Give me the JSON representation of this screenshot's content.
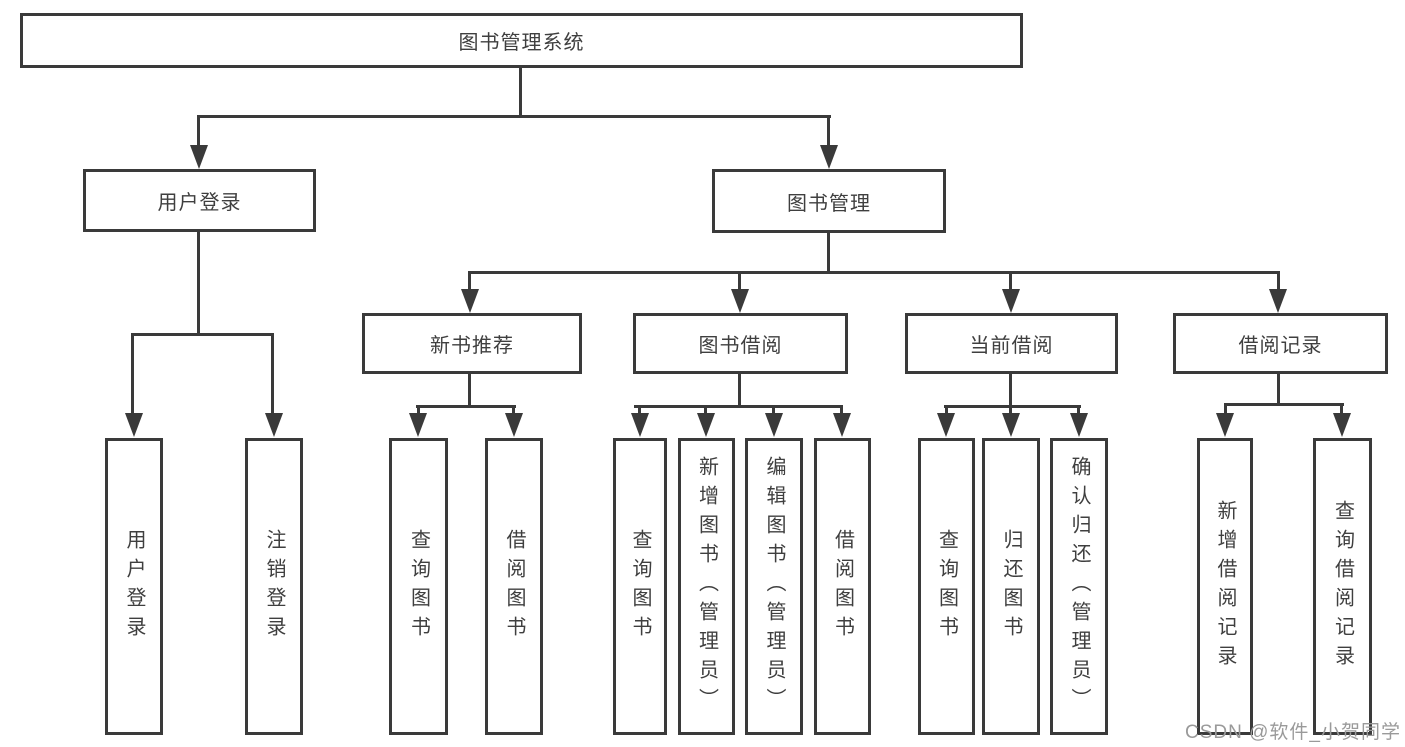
{
  "diagram": {
    "root": {
      "label": "图书管理系统"
    },
    "level2": [
      {
        "label": "用户登录"
      },
      {
        "label": "图书管理"
      }
    ],
    "level3": [
      {
        "label": "新书推荐"
      },
      {
        "label": "图书借阅"
      },
      {
        "label": "当前借阅"
      },
      {
        "label": "借阅记录"
      }
    ],
    "leaves": {
      "user_login": [
        "用户登录",
        "注销登录"
      ],
      "new_book_rec": [
        "查询图书",
        "借阅图书"
      ],
      "book_borrow": [
        "查询图书",
        "新增图书（管理员）",
        "编辑图书（管理员）",
        "借阅图书"
      ],
      "current_borrow": [
        "查询图书",
        "归还图书",
        "确认归还（管理员）"
      ],
      "borrow_records": [
        "新增借阅记录",
        "查询借阅记录"
      ]
    }
  },
  "watermark": "CSDN @软件_小贺同学",
  "colors": {
    "line": "#3a3a3a",
    "text": "#3f3f3f",
    "background": "#ffffff",
    "watermark": "#9a9a9a"
  }
}
